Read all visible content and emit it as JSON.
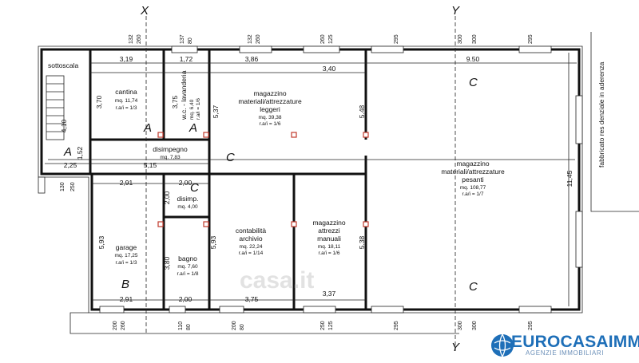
{
  "rooms": {
    "sottoscala": "sottoscala",
    "cantina": {
      "name": "cantina",
      "area": "mq. 11,74",
      "ratio": "r.a/i = 1/3"
    },
    "lavanderia": {
      "name": "w.c. - lavanderia",
      "area": "mq. 6,40",
      "ratio": "r.a/i = 1/6"
    },
    "magazzino_leggeri": {
      "line1": "magazzino",
      "line2": "materiali/attrezzature",
      "line3": "leggeri",
      "area": "mq. 39,38",
      "ratio": "r.a/i = 1/6"
    },
    "disimpegno": {
      "name": "disimpegno",
      "area": "mq. 7,83"
    },
    "disimp": {
      "name": "disimp.",
      "area": "mq. 4,00"
    },
    "garage": {
      "name": "garage",
      "area": "mq. 17,25",
      "ratio": "r.a/i = 1/3"
    },
    "bagno": {
      "name": "bagno",
      "area": "mq. 7,60",
      "ratio": "r.a/i = 1/8"
    },
    "contabilita": {
      "line1": "contabilità",
      "line2": "archivio",
      "area": "mq. 22,24",
      "ratio": "r.a/i = 1/14"
    },
    "magazzino_manuali": {
      "line1": "magazzino",
      "line2": "attrezzi",
      "line3": "manuali",
      "area": "mq. 18,11",
      "ratio": "r.a/i = 1/6"
    },
    "magazzino_pesanti": {
      "line1": "magazzino",
      "line2": "materiali/attrezzature",
      "line3": "pesanti",
      "area": "mq. 108,77",
      "ratio": "r.a/i = 1/7"
    }
  },
  "zones": {
    "a1": "A",
    "a2": "A",
    "a3": "A",
    "b": "B",
    "c1": "C",
    "c2": "C",
    "c3": "C",
    "c4": "C"
  },
  "axes": {
    "x_top": "X",
    "y_top": "Y",
    "y_bottom": "Y"
  },
  "dims": {
    "d319": "3,19",
    "d172": "1,72",
    "d386": "3,86",
    "d340": "3,40",
    "d950": "9.50",
    "d370": "3,70",
    "d375": "3,75",
    "d537": "5,37",
    "d548": "5.48",
    "d410": "4,10",
    "d152": "1,52",
    "d225": "2,25",
    "d515": "5,15",
    "d291a": "2,91",
    "d200a": "2,00",
    "d200v": "2,00",
    "d593a": "5,93",
    "d380": "3,80",
    "d593b": "5,93",
    "d538": "5.38",
    "d1145": "11,45",
    "d291b": "2,91",
    "d200b": "2,00",
    "d375b": "3,75",
    "d337": "3,37"
  },
  "openings": {
    "top": [
      "132",
      "260",
      "137",
      "80",
      "132",
      "260",
      "260",
      "125",
      "295",
      "300",
      "300",
      "295"
    ],
    "left": [
      "130",
      "250"
    ],
    "bottom": [
      "200",
      "260",
      "110",
      "80",
      "200",
      "80",
      "250",
      "125",
      "295",
      "300",
      "300",
      "295"
    ]
  },
  "note": "fabbricato res denziale in aderenza",
  "watermark": "casa.it",
  "logo": {
    "name": "EUROCASAIMM",
    "tagline": "AGENZIE IMMOBILIARI",
    "color": "#1e6fb8"
  }
}
